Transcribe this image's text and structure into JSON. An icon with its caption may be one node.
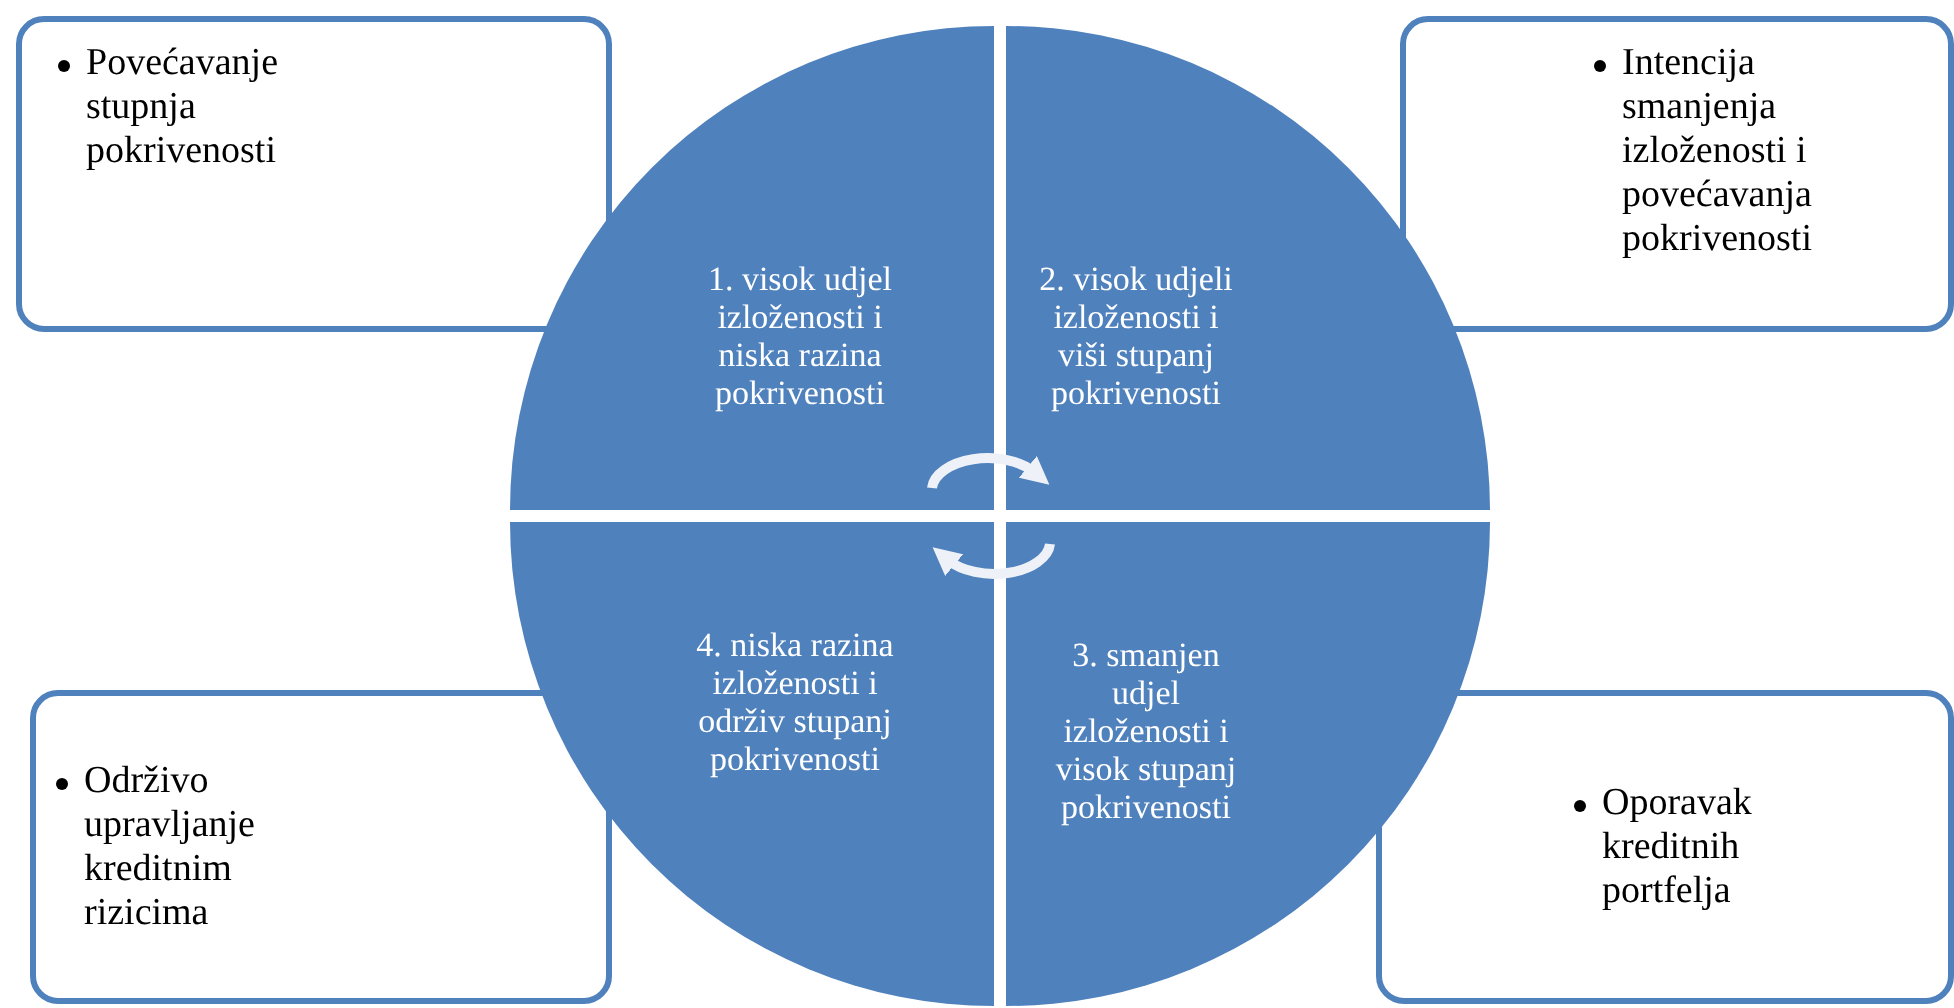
{
  "diagram": {
    "nodes": [
      {
        "text": [
          "Povećavanje stupnja pokrivenosti"
        ]
      },
      {
        "text": [
          "Intencija smanjenja izloženosti i povećavanja pokrivenosti"
        ]
      },
      {
        "text": [
          "Održivo upravljanje kreditnim rizicima"
        ]
      },
      {
        "text": [
          "Oporavak kreditnih portfelja"
        ]
      },
      {
        "text": [
          "1. visok udjel izloženosti i niska razina pokrivenosti"
        ]
      },
      {
        "text": [
          "2. visok udjeli izloženosti i viši stupanj pokrivenosti"
        ]
      },
      {
        "text": [
          "4. niska razina izloženosti i održiv stupanj pokrivenosti"
        ]
      },
      {
        "text": [
          "3. smanjen udjel izloženosti i visok stupanj pokrivenosti"
        ]
      }
    ],
    "edges": [
      {
        "from": 4,
        "to": 5,
        "arrow": "to"
      },
      {
        "from": 7,
        "to": 6,
        "arrow": "to"
      }
    ]
  }
}
